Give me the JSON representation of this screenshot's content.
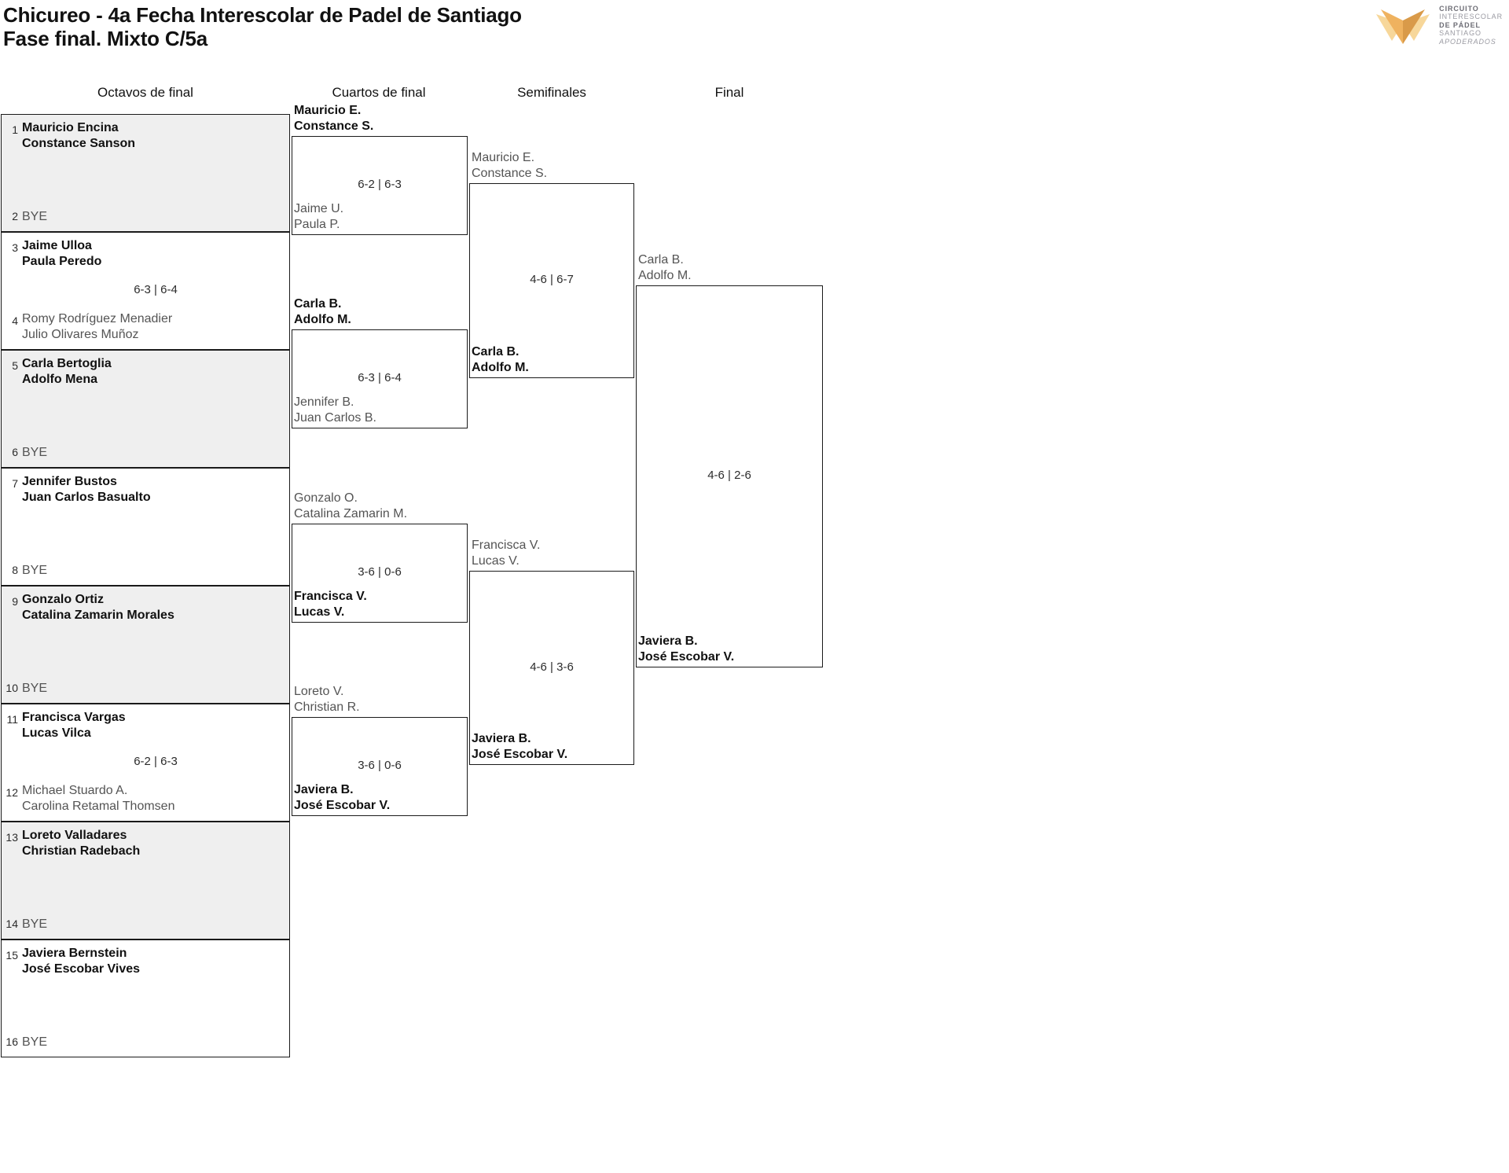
{
  "header": {
    "title_line1": "Chicureo - 4a Fecha Interescolar de Padel de Santiago",
    "title_line2": "Fase final. Mixto C/5a"
  },
  "logo": {
    "line1": "CIRCUITO",
    "line2": "INTERESCOLAR",
    "line3": "DE PÁDEL",
    "line4": "SANTIAGO",
    "line5": "APODERADOS",
    "mark_colors": {
      "light": "#f7d79a",
      "mid": "#efb25f",
      "dark": "#d99a49"
    }
  },
  "rounds": [
    {
      "label": "Octavos de final"
    },
    {
      "label": "Cuartos de final"
    },
    {
      "label": "Semifinales"
    },
    {
      "label": "Final"
    }
  ],
  "round1": [
    {
      "shaded": true,
      "score": "",
      "top": {
        "seed": "1",
        "names": [
          "Mauricio Encina",
          "Constance Sanson"
        ],
        "result": "winner"
      },
      "bottom": {
        "seed": "2",
        "names": [
          "BYE"
        ],
        "result": "bye"
      }
    },
    {
      "shaded": false,
      "score": "6-3 | 6-4",
      "top": {
        "seed": "3",
        "names": [
          "Jaime Ulloa",
          "Paula Peredo"
        ],
        "result": "winner"
      },
      "bottom": {
        "seed": "4",
        "names": [
          "Romy Rodríguez Menadier",
          "Julio Olivares Muñoz"
        ],
        "result": "loser"
      }
    },
    {
      "shaded": true,
      "score": "",
      "top": {
        "seed": "5",
        "names": [
          "Carla Bertoglia",
          "Adolfo Mena"
        ],
        "result": "winner"
      },
      "bottom": {
        "seed": "6",
        "names": [
          "BYE"
        ],
        "result": "bye"
      }
    },
    {
      "shaded": false,
      "score": "",
      "top": {
        "seed": "7",
        "names": [
          "Jennifer Bustos",
          "Juan Carlos Basualto"
        ],
        "result": "winner"
      },
      "bottom": {
        "seed": "8",
        "names": [
          "BYE"
        ],
        "result": "bye"
      }
    },
    {
      "shaded": true,
      "score": "",
      "top": {
        "seed": "9",
        "names": [
          "Gonzalo Ortiz",
          "Catalina Zamarin Morales"
        ],
        "result": "winner"
      },
      "bottom": {
        "seed": "10",
        "names": [
          "BYE"
        ],
        "result": "bye"
      }
    },
    {
      "shaded": false,
      "score": "6-2 | 6-3",
      "top": {
        "seed": "11",
        "names": [
          "Francisca Vargas",
          "Lucas Vilca"
        ],
        "result": "winner"
      },
      "bottom": {
        "seed": "12",
        "names": [
          "Michael Stuardo A.",
          "Carolina Retamal Thomsen"
        ],
        "result": "loser"
      }
    },
    {
      "shaded": true,
      "score": "",
      "top": {
        "seed": "13",
        "names": [
          "Loreto Valladares",
          "Christian Radebach"
        ],
        "result": "winner"
      },
      "bottom": {
        "seed": "14",
        "names": [
          "BYE"
        ],
        "result": "bye"
      }
    },
    {
      "shaded": false,
      "score": "",
      "top": {
        "seed": "15",
        "names": [
          "Javiera Bernstein",
          "José Escobar Vives"
        ],
        "result": "winner"
      },
      "bottom": {
        "seed": "16",
        "names": [
          "BYE"
        ],
        "result": "bye"
      }
    }
  ],
  "round2": [
    {
      "score": "6-2 | 6-3",
      "top": {
        "names": [
          "Mauricio E.",
          "Constance S."
        ],
        "result": "winner"
      },
      "bottom": {
        "names": [
          "Jaime U.",
          "Paula P."
        ],
        "result": "loser"
      }
    },
    {
      "score": "6-3 | 6-4",
      "top": {
        "names": [
          "Carla B.",
          "Adolfo M."
        ],
        "result": "winner"
      },
      "bottom": {
        "names": [
          "Jennifer B.",
          "Juan Carlos B."
        ],
        "result": "loser"
      }
    },
    {
      "score": "3-6 | 0-6",
      "top": {
        "names": [
          "Gonzalo O.",
          "Catalina Zamarin M."
        ],
        "result": "loser"
      },
      "bottom": {
        "names": [
          "Francisca V.",
          "Lucas V."
        ],
        "result": "winner"
      }
    },
    {
      "score": "3-6 | 0-6",
      "top": {
        "names": [
          "Loreto V.",
          "Christian R."
        ],
        "result": "loser"
      },
      "bottom": {
        "names": [
          "Javiera B.",
          "José Escobar V."
        ],
        "result": "winner"
      }
    }
  ],
  "round3": [
    {
      "score": "4-6 | 6-7",
      "top": {
        "names": [
          "Mauricio E.",
          "Constance S."
        ],
        "result": "loser"
      },
      "bottom": {
        "names": [
          "Carla B.",
          "Adolfo M."
        ],
        "result": "winner"
      }
    },
    {
      "score": "4-6 | 3-6",
      "top": {
        "names": [
          "Francisca V.",
          "Lucas V."
        ],
        "result": "loser"
      },
      "bottom": {
        "names": [
          "Javiera B.",
          "José Escobar V."
        ],
        "result": "winner"
      }
    }
  ],
  "round4": [
    {
      "score": "4-6 | 2-6",
      "top": {
        "names": [
          "Carla B.",
          "Adolfo M."
        ],
        "result": "loser"
      },
      "bottom": {
        "names": [
          "Javiera B.",
          "José Escobar V."
        ],
        "result": "winner"
      }
    }
  ]
}
